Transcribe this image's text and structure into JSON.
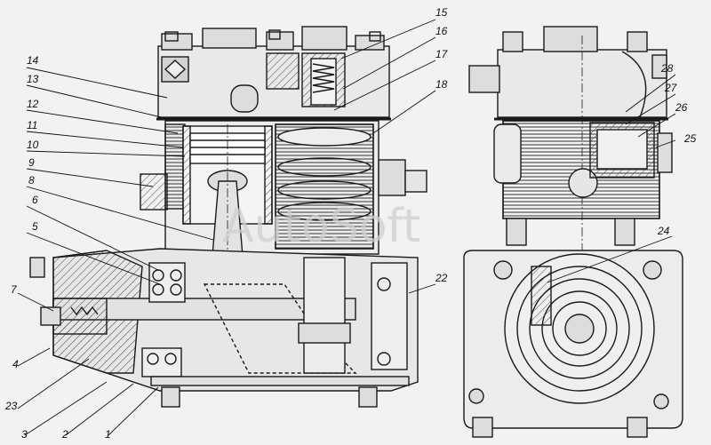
{
  "watermark": "AutoSoft",
  "callouts": {
    "c1": "1",
    "c2": "2",
    "c3": "3",
    "c4": "4",
    "c5": "5",
    "c6": "6",
    "c7": "7",
    "c8": "8",
    "c9": "9",
    "c10": "10",
    "c11": "11",
    "c12": "12",
    "c13": "13",
    "c14": "14",
    "c15": "15",
    "c16": "16",
    "c17": "17",
    "c18": "18",
    "c22": "22",
    "c23": "23",
    "c24": "24",
    "c25": "25",
    "c26": "26",
    "c27": "27",
    "c28": "28"
  },
  "colors": {
    "line": "#1a1a1a",
    "paper": "#f2f2f2",
    "hatch": "#555555",
    "shade": "#bdbdbd"
  }
}
